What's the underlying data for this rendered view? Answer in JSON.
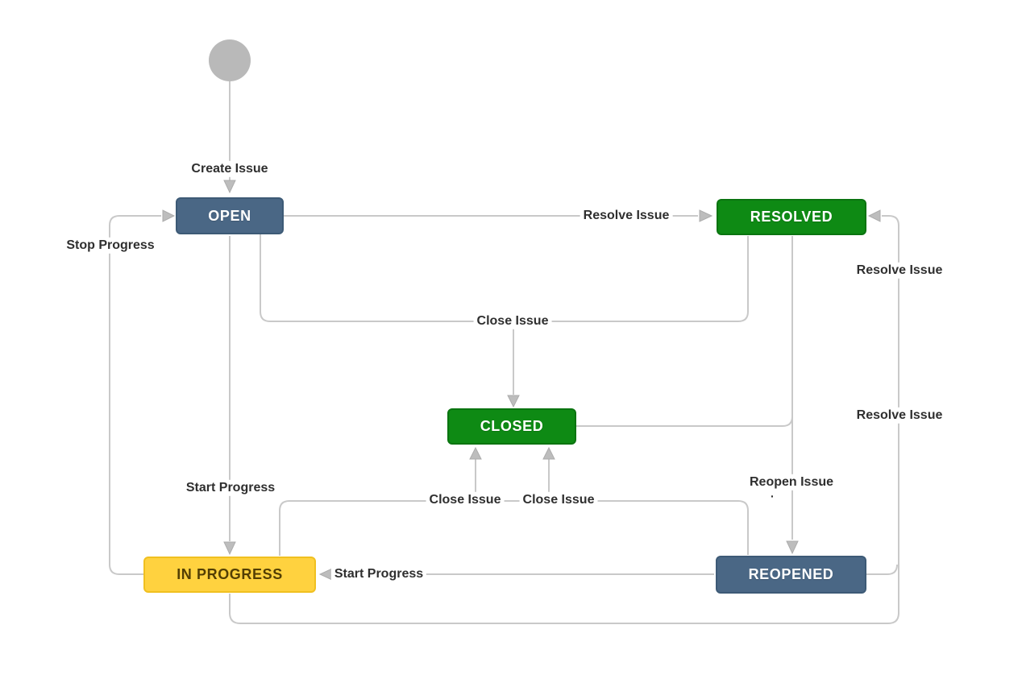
{
  "diagram": {
    "kind": "issue-workflow",
    "start_marker": {
      "shape": "circle"
    },
    "nodes": [
      {
        "id": "open",
        "label": "OPEN",
        "color_key": "status_blue"
      },
      {
        "id": "resolved",
        "label": "RESOLVED",
        "color_key": "status_green"
      },
      {
        "id": "closed",
        "label": "CLOSED",
        "color_key": "status_green"
      },
      {
        "id": "in_progress",
        "label": "IN PROGRESS",
        "color_key": "status_yellow"
      },
      {
        "id": "reopened",
        "label": "REOPENED",
        "color_key": "status_blue"
      }
    ],
    "transitions": [
      {
        "label": "Create Issue",
        "from": "start",
        "to": "open"
      },
      {
        "label": "Resolve Issue",
        "from": "open",
        "to": "resolved"
      },
      {
        "label": "Stop Progress",
        "from": "in_progress",
        "to": "open"
      },
      {
        "label": "Close Issue",
        "from": "open / resolved",
        "to": "closed"
      },
      {
        "label": "Resolve Issue",
        "from": "reopened",
        "to": "resolved"
      },
      {
        "label": "Resolve Issue",
        "from": "in_progress",
        "to": "resolved"
      },
      {
        "label": "Close Issue",
        "from": "in_progress",
        "to": "closed"
      },
      {
        "label": "Close Issue",
        "from": "reopened",
        "to": "closed"
      },
      {
        "label": "Start Progress",
        "from": "open",
        "to": "in_progress"
      },
      {
        "label": "Start Progress",
        "from": "reopened",
        "to": "in_progress"
      },
      {
        "label": "Reopen Issue",
        "from": "resolved / closed",
        "to": "reopened"
      }
    ],
    "artifacts": {
      "reopen_label_dot": "."
    }
  },
  "colors": {
    "status_blue": "#4A6785",
    "status_blue_border": "#3D5A76",
    "status_green": "#0E8A14",
    "status_green_border": "#0A7410",
    "status_yellow": "#FFD23F",
    "status_yellow_border": "#F0C020",
    "status_yellow_text": "#533F04",
    "line_gray": "#C9C9C9",
    "arrow_gray": "#BDBDBD",
    "arrow_gray_border": "#ACACAC",
    "start_circle_gray": "#B9B9B9",
    "label_text": "#2F2F2F"
  }
}
